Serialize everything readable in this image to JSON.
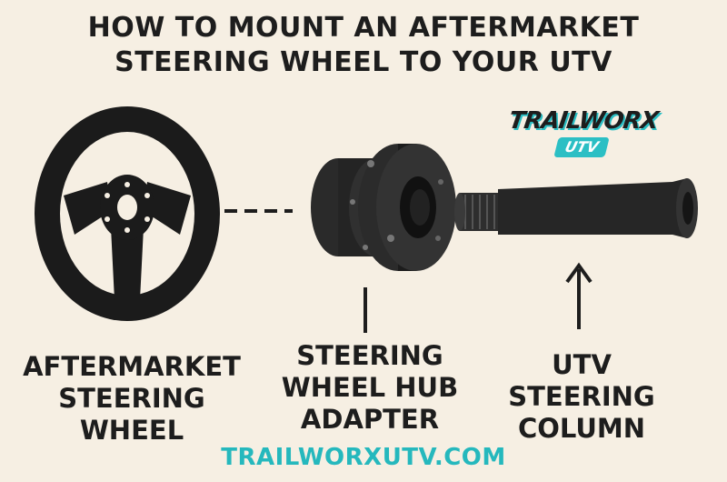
{
  "title": {
    "line1": "HOW TO MOUNT AN AFTERMARKET",
    "line2": "STEERING WHEEL TO YOUR UTV"
  },
  "logo": {
    "wordmark": "TRAILWORX",
    "sub": "UTV"
  },
  "labels": {
    "wheel": [
      "AFTERMARKET",
      "STEERING",
      "WHEEL"
    ],
    "hub": [
      "STEERING",
      "WHEEL HUB",
      "ADAPTER"
    ],
    "column": [
      "UTV",
      "STEERING",
      "COLUMN"
    ]
  },
  "footer": "TRAILWORXUTV.COM",
  "colors": {
    "background": "#f6efe3",
    "parts": "#1d1d1d",
    "accent": "#25b8bd"
  }
}
